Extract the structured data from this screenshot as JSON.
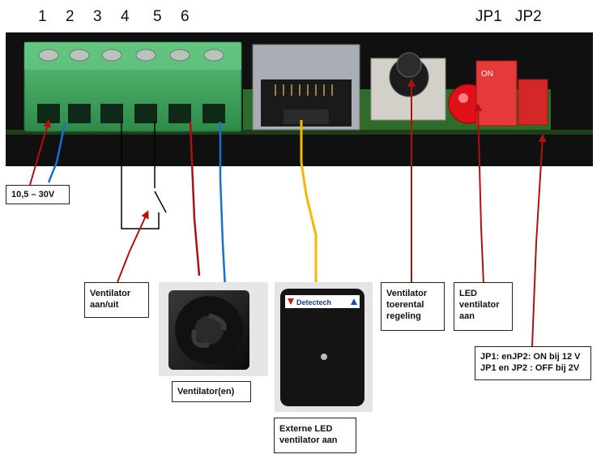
{
  "terminal_numbers": [
    "1",
    "2",
    "3",
    "4",
    "5",
    "6"
  ],
  "jumpers": [
    "JP1",
    "JP2"
  ],
  "switch_text": "ON",
  "device_brand": "Detectech",
  "labels": {
    "power": "10,5 – 30V",
    "fan_switch": "Ventilator\naan/uit",
    "fans": "Ventilator(en)",
    "external_led": "Externe LED\nventilator  aan",
    "speed_control": "Ventilator\ntoerental\nregeling",
    "led": "LED\nventilator\naan",
    "jumper_settings": "JP1: enJP2: ON bij 12 V\nJP1 en JP2 : OFF bij 2V"
  },
  "colors": {
    "arrow_red": "#b01010",
    "wire_blue": "#1a6fd0",
    "wire_yellow": "#f5b800",
    "terminal_green": "#3fa35a",
    "pcb_green": "#2f6b2a"
  }
}
